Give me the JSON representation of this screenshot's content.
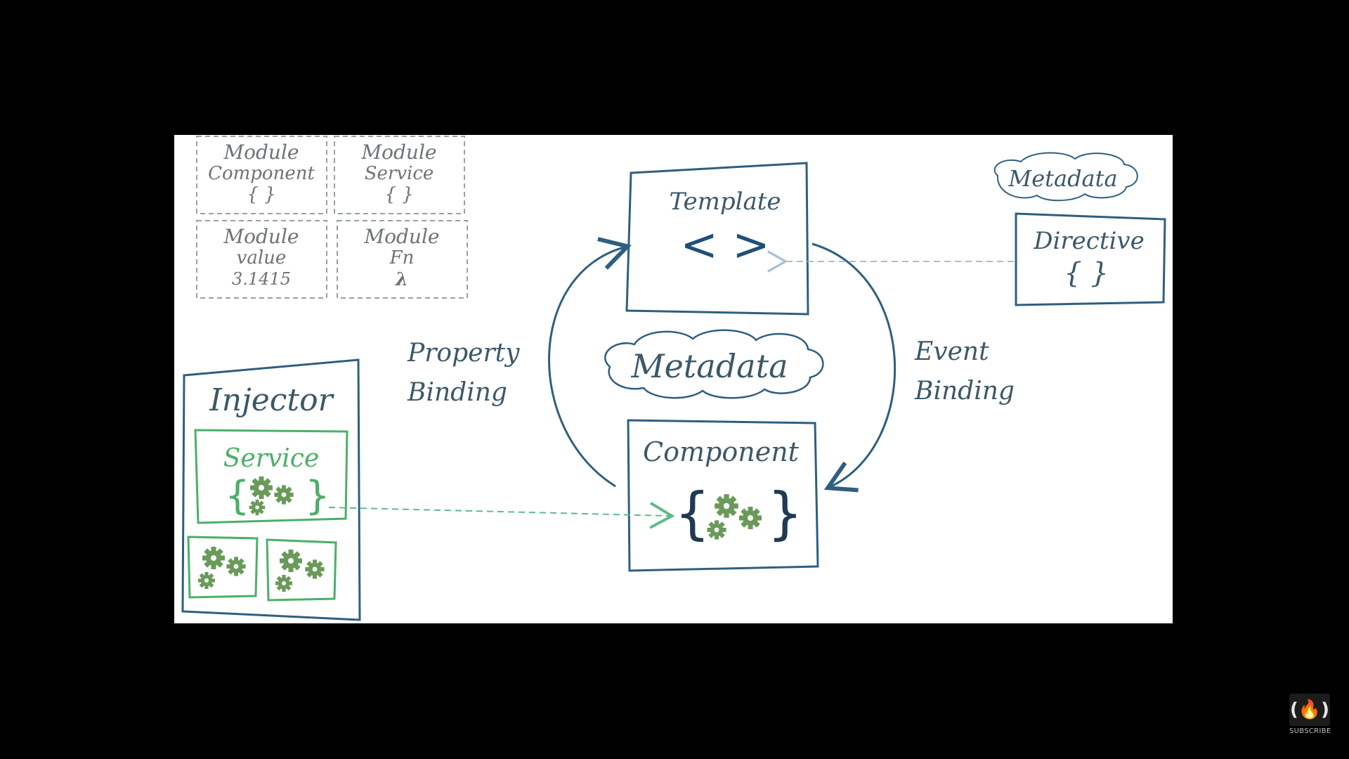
{
  "modules": [
    {
      "title": "Module",
      "kind": "Component",
      "value": "{ }"
    },
    {
      "title": "Module",
      "kind": "Service",
      "value": "{ }"
    },
    {
      "title": "Module",
      "kind": "value",
      "value": "3.1415"
    },
    {
      "title": "Module",
      "kind": "Fn",
      "value": "λ"
    }
  ],
  "template": {
    "label": "Template",
    "symbol": "<  >"
  },
  "component": {
    "label": "Component",
    "symbol_left": "{",
    "symbol_right": "}"
  },
  "metadata_center": "Metadata",
  "metadata_directive": "Metadata",
  "directive": {
    "label": "Directive",
    "symbol": "{ }"
  },
  "property_binding": {
    "line1": "Property",
    "line2": "Binding"
  },
  "event_binding": {
    "line1": "Event",
    "line2": "Binding"
  },
  "injector": {
    "label": "Injector",
    "service_label": "Service",
    "brace_left": "{",
    "brace_right": "}"
  },
  "subscribe": {
    "icon": "freecodecamp-flame-icon",
    "text": "SUBSCRIBE",
    "badge": "(🔥)"
  },
  "colors": {
    "ink": "#2e5f80",
    "green": "#4caf6a",
    "gear": "#6a9a5a",
    "gray": "#8a8f94",
    "arrow_dash": "#a9bed6"
  }
}
